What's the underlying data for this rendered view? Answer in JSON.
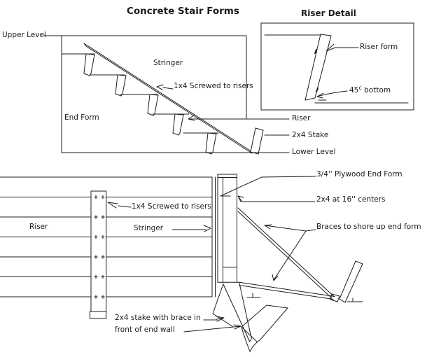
{
  "page": {
    "title": "Concrete Stair Forms"
  },
  "top_diagram": {
    "labels": {
      "upper_level": "Upper Level",
      "stringer": "Stringer",
      "screwed_to_risers": "1x4 Screwed to risers",
      "end_form": "End Form",
      "riser": "Riser",
      "stake": "2x4 Stake",
      "lower_level": "Lower Level"
    }
  },
  "riser_detail": {
    "title": "Riser Detail",
    "labels": {
      "riser_form": "Riser form",
      "angle_value": "45",
      "angle_symbol": "c",
      "angle_suffix": "bottom"
    }
  },
  "bottom_diagram": {
    "labels": {
      "screwed_to_risers": "1x4 Screwed to risers",
      "riser": "Riser",
      "stringer": "Stringer",
      "plywood_end_form": "3/4'' Plywood End Form",
      "stud_centers": "2x4 at 16'' centers",
      "braces": "Braces to shore up end form",
      "stake_note_line1": "2x4 stake with brace in",
      "stake_note_line2": "front of end wall"
    }
  },
  "colors": {
    "ink": "#1c1c1c",
    "background": "#ffffff"
  }
}
